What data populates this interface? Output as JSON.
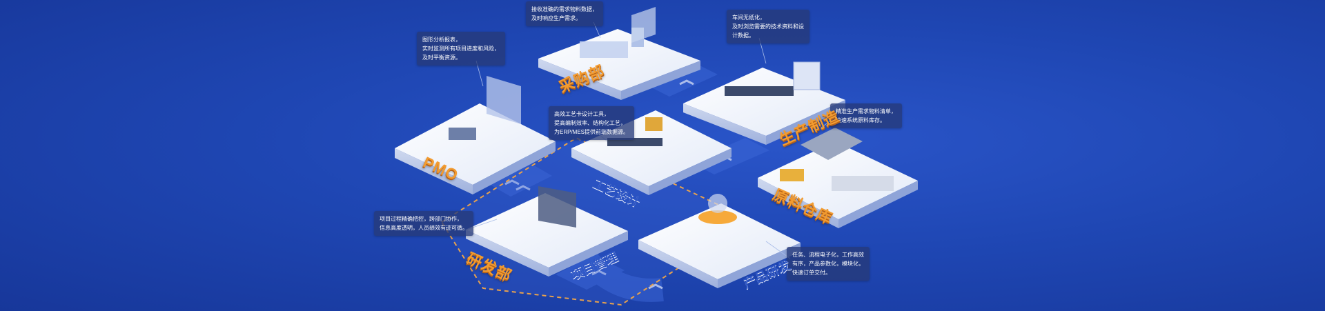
{
  "notes": {
    "purchase": "接收准确的需求物料数据，\n及时响应生产需求。",
    "workshop": "车间无纸化，\n及时浏览需要的技术资料和设\n计数据。",
    "pmo": "图形分析报表，\n实时监测所有项目进度和风险，\n及时平衡资源。",
    "process": "高效工艺卡设计工具，\n提高编制效率、结构化工艺，\n为ERP/MES提供前端数据源。",
    "warehouse": "精准生产需求物料清单，\n快速系统原料库存。",
    "project": "项目过程精确把控，跨部门协作，\n信息高度透明，人员绩效有迹可循。",
    "product": "任务、流程电子化，工作高效\n有序，产品参数化，模块化，\n快速订单交付。"
  },
  "labels": {
    "purchase": "采购部",
    "production": "生产制造",
    "pmo": "PMO",
    "process": "工艺设计",
    "warehouse": "原料仓库",
    "rnd": "研发部",
    "project": "项目管理",
    "product": "产品研发"
  },
  "colors": {
    "background": "#1f47b4",
    "platform": "#f1f4fb",
    "accent_orange": "#f29b30",
    "module_blue": "#2d55c4",
    "note_bg": "#263a78"
  }
}
